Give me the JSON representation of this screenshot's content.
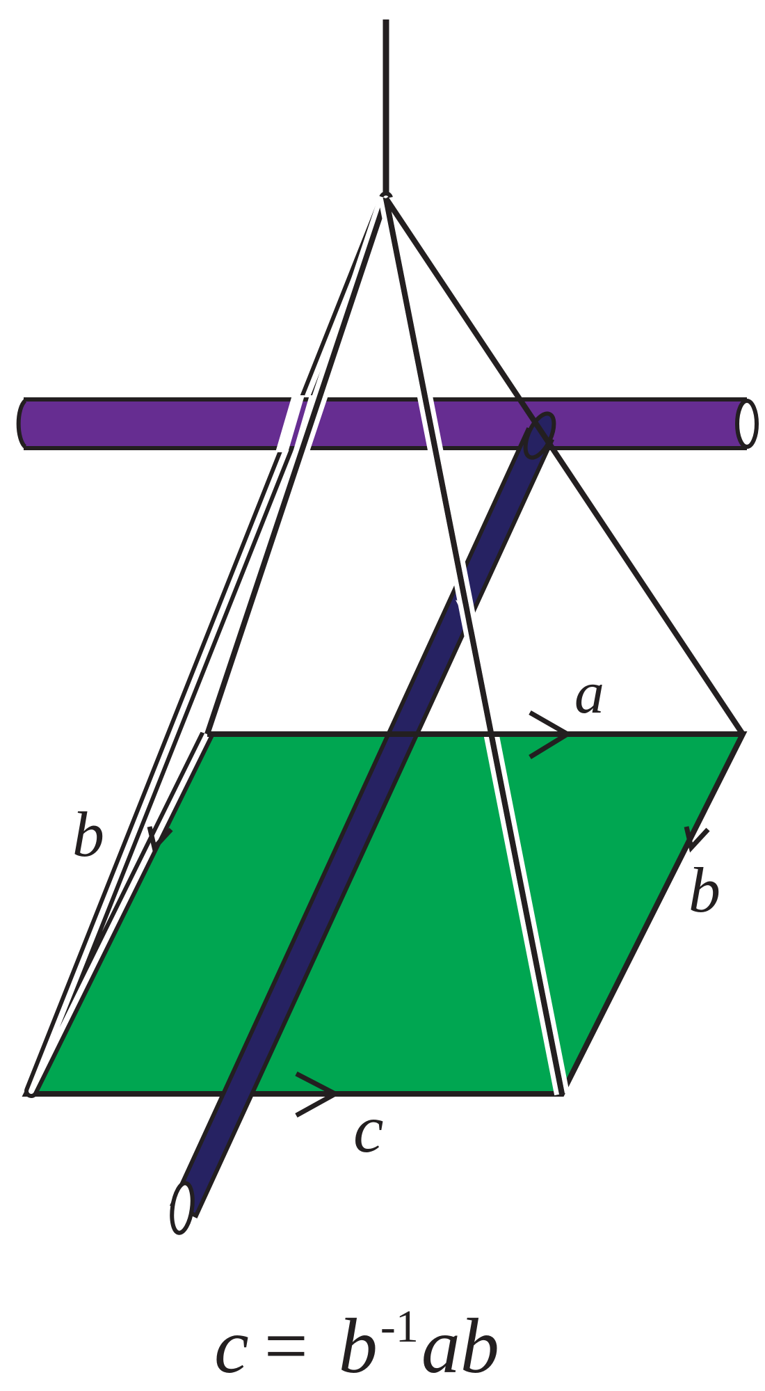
{
  "labels": {
    "a": "a",
    "b_left": "b",
    "b_right": "b",
    "c": "c"
  },
  "equation": {
    "lhs": "c",
    "equals": "=",
    "b": "b",
    "exponent": "-1",
    "rhs_tail": "ab"
  },
  "colors": {
    "sheet": "#00a651",
    "horizontal_tube": "#662d91",
    "diagonal_tube": "#262262",
    "outline": "#231f20",
    "background": "#ffffff"
  }
}
